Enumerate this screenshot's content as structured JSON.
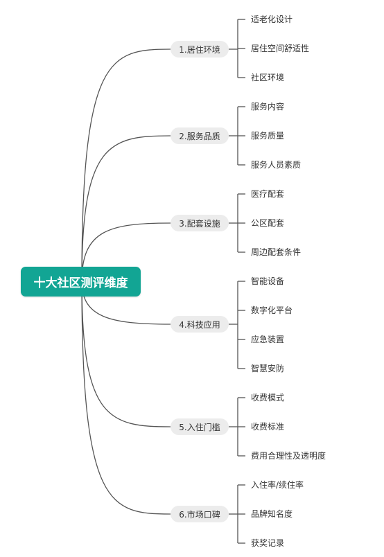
{
  "root": {
    "label": "十大社区测评维度"
  },
  "branches": [
    {
      "label": "1.居住环境",
      "children": [
        "适老化设计",
        "居住空间舒适性",
        "社区环境"
      ]
    },
    {
      "label": "2.服务品质",
      "children": [
        "服务内容",
        "服务质量",
        "服务人员素质"
      ]
    },
    {
      "label": "3.配套设施",
      "children": [
        "医疗配套",
        "公区配套",
        "周边配套条件"
      ]
    },
    {
      "label": "4.科技应用",
      "children": [
        "智能设备",
        "数字化平台",
        "应急装置",
        "智慧安防"
      ]
    },
    {
      "label": "5.入住门槛",
      "children": [
        "收费模式",
        "收费标准",
        "费用合理性及透明度"
      ]
    },
    {
      "label": "6.市场口碑",
      "children": [
        "入住率/续住率",
        "品牌知名度",
        "获奖记录"
      ]
    }
  ],
  "colors": {
    "root_bg": "#12a594",
    "branch_bg": "#ececec",
    "line": "#555555"
  }
}
